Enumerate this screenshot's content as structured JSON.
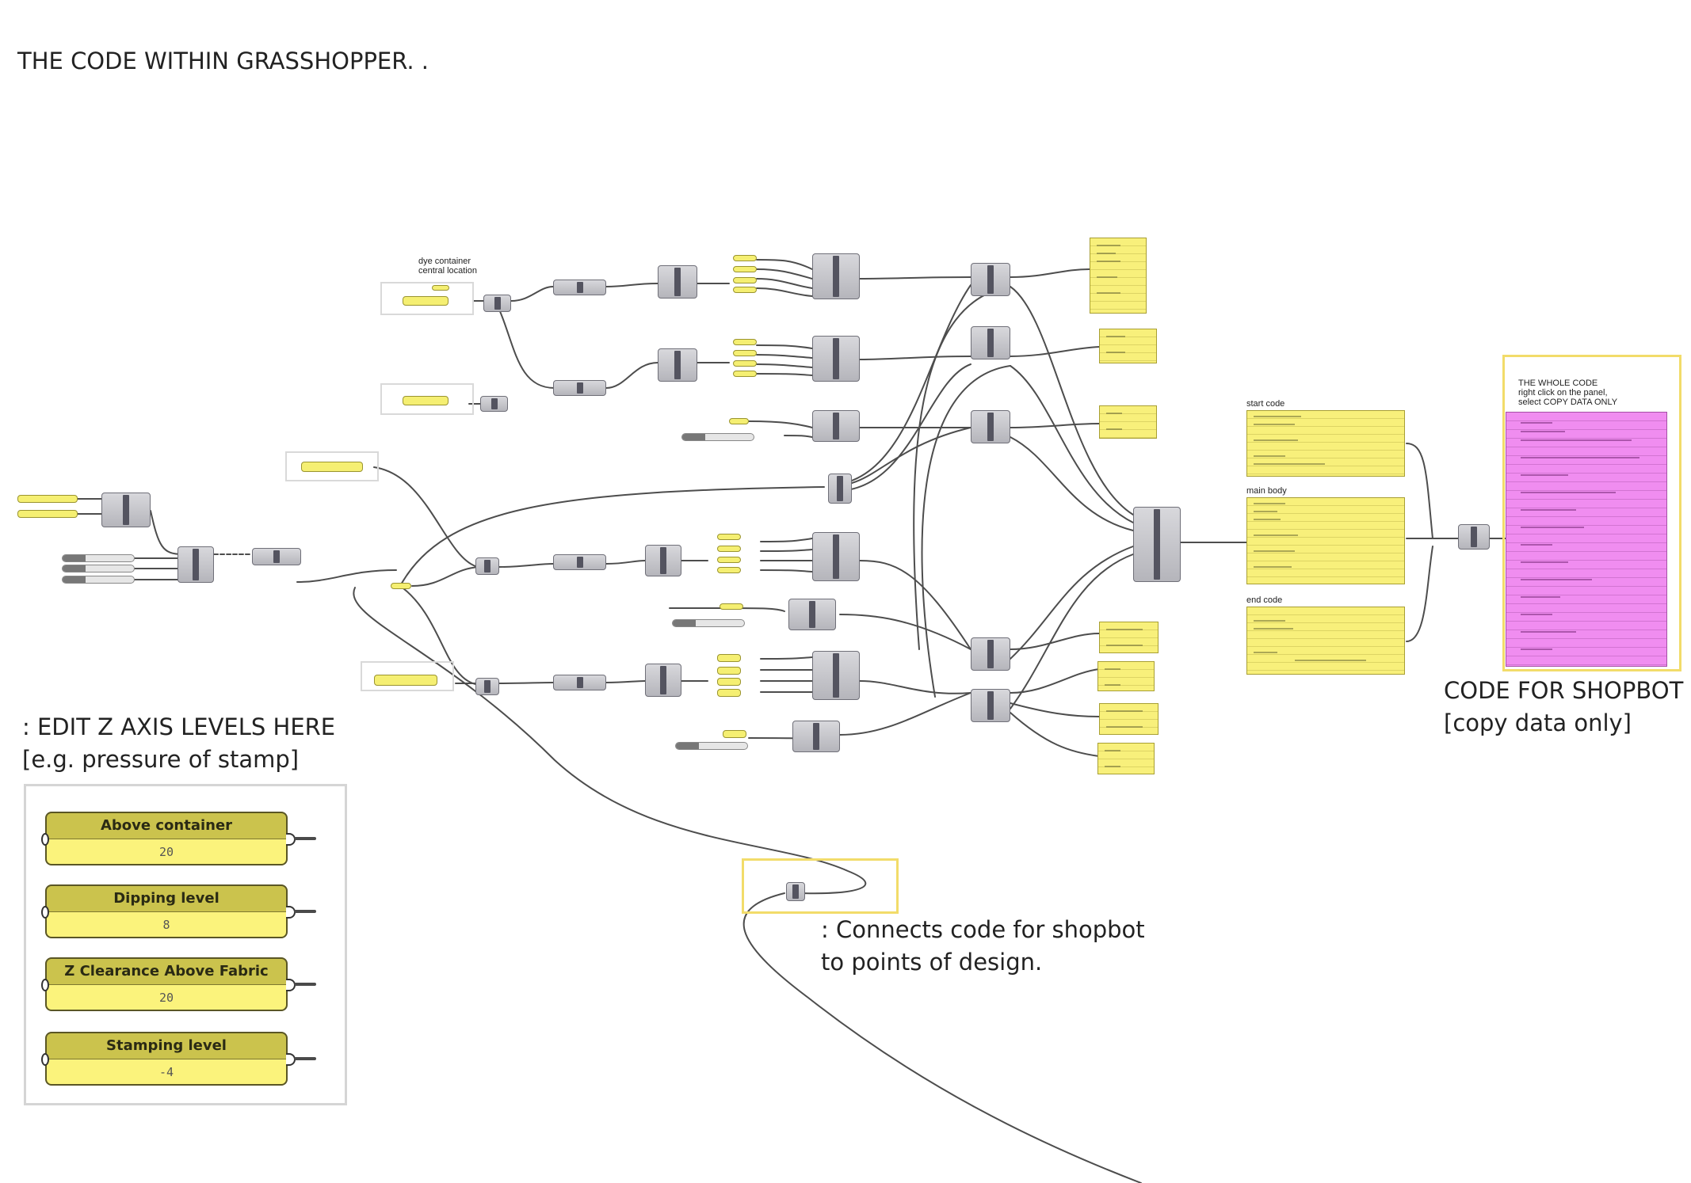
{
  "title": "THE CODE WITHIN GRASSHOPPER. .",
  "annotations": {
    "dye_container": [
      "dye container",
      "central location"
    ],
    "start_code": "start code",
    "main_body": "main body",
    "end_code": "end code",
    "whole_code": [
      "THE WHOLE CODE",
      "right click on the panel,",
      "select COPY DATA ONLY"
    ],
    "shopbot_label": [
      "CODE FOR SHOPBOT",
      "[copy data only]"
    ],
    "z_axis_note": [
      ": EDIT Z AXIS LEVELS HERE",
      "[e.g. pressure of stamp]"
    ],
    "connect_note": [
      ": Connects code for shopbot",
      "to points of design."
    ]
  },
  "z_levels": [
    {
      "label": "Above container",
      "value": "20"
    },
    {
      "label": "Dipping level",
      "value": "8"
    },
    {
      "label": "Z Clearance Above Fabric",
      "value": "20"
    },
    {
      "label": "Stamping level",
      "value": "-4"
    }
  ],
  "colors": {
    "panel_yellow": "#f8f07b",
    "output_pink": "#f08df0",
    "component_grey": "#b5b5bb",
    "wire": "#4d4d4d",
    "group_highlight": "#f2dc6a"
  }
}
